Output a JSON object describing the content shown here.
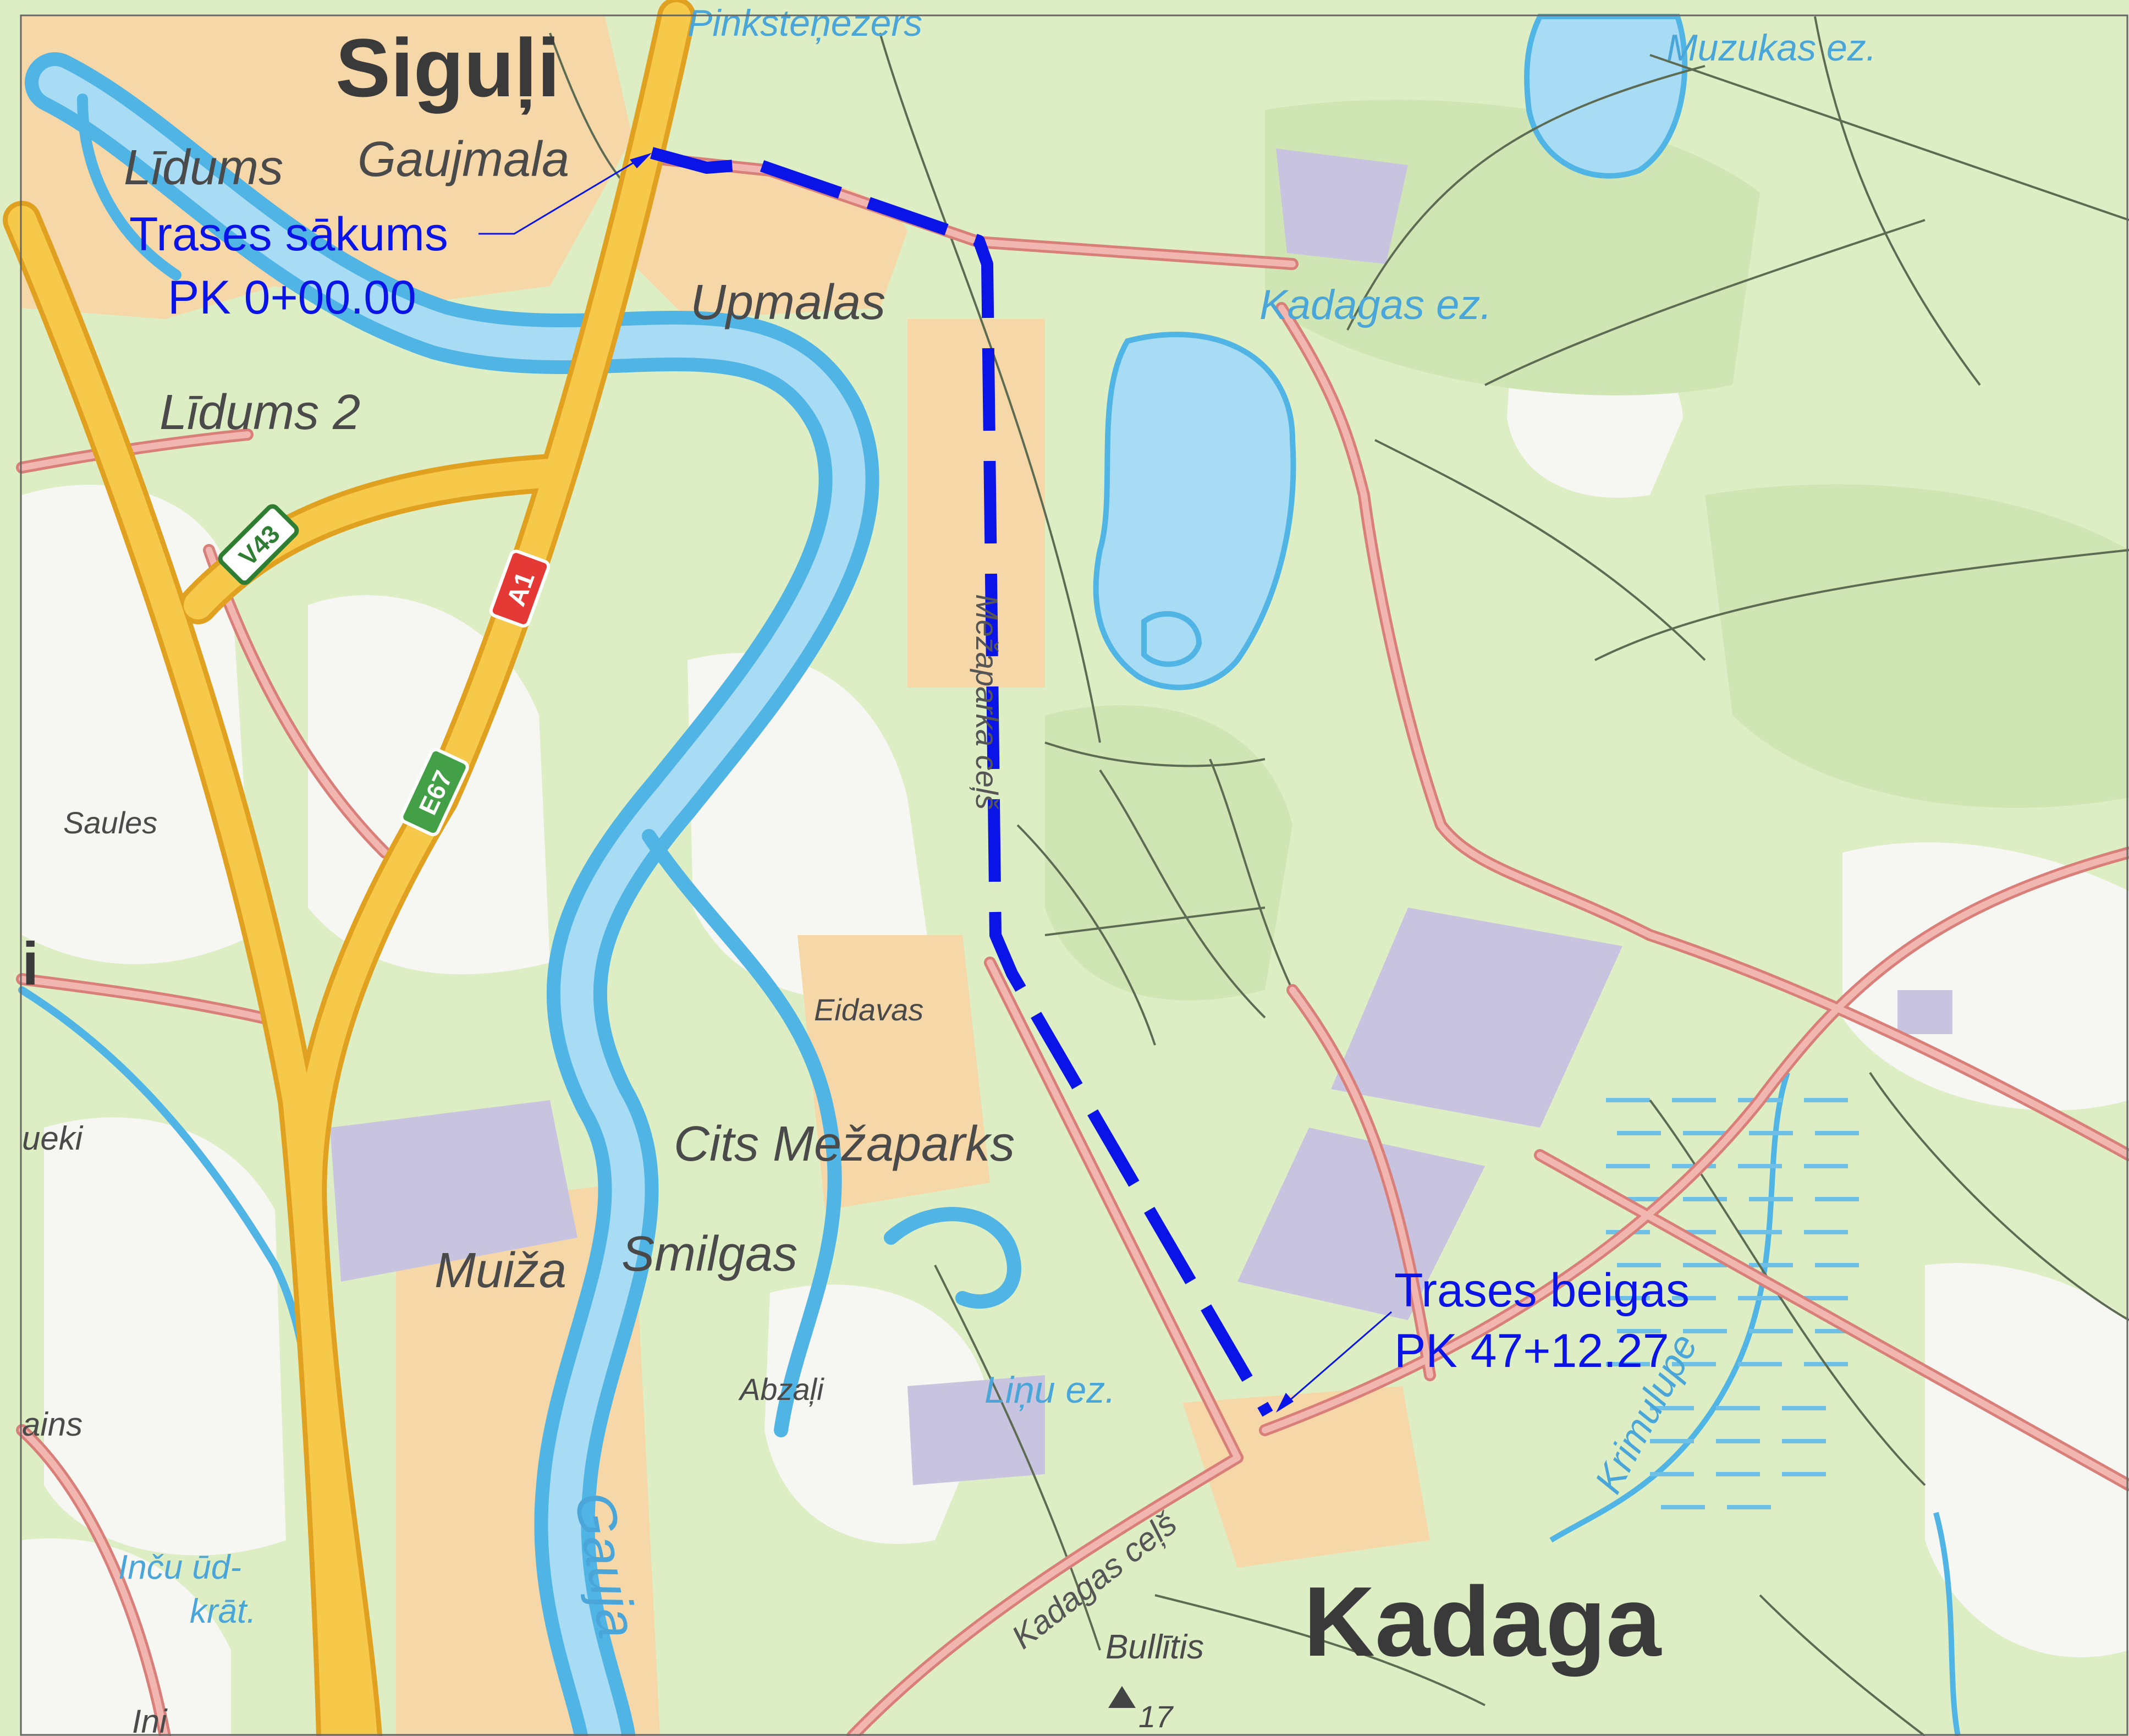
{
  "map": {
    "places_large": [
      {
        "id": "siguli",
        "text": "Siguļi"
      },
      {
        "id": "kadaga",
        "text": "Kadaga"
      }
    ],
    "places_medium": [
      {
        "id": "lidums",
        "text": "Līdums"
      },
      {
        "id": "gaujmala",
        "text": "Gaujmala"
      },
      {
        "id": "upmalas",
        "text": "Upmalas"
      },
      {
        "id": "lidums2",
        "text": "Līdums 2"
      },
      {
        "id": "cits-mezaparks",
        "text": "Cits Mežaparks"
      },
      {
        "id": "muiza",
        "text": "Muiža"
      },
      {
        "id": "smilgas",
        "text": "Smilgas"
      }
    ],
    "places_small": [
      {
        "id": "saules",
        "text": "Saules"
      },
      {
        "id": "eidavas",
        "text": "Eidavas"
      },
      {
        "id": "abzari",
        "text": "Abzaļi"
      },
      {
        "id": "bullitis",
        "text": "Bullītis"
      },
      {
        "id": "left-i",
        "text": "i"
      },
      {
        "id": "left-ueki",
        "text": "ueki"
      },
      {
        "id": "left-ains",
        "text": "ains"
      },
      {
        "id": "bottom-ini",
        "text": "Ini"
      },
      {
        "id": "num-17",
        "text": "17"
      }
    ],
    "water_labels": [
      {
        "id": "pinkstenezers",
        "text": "Pinksteņezers"
      },
      {
        "id": "muzukas",
        "text": "Muzukas ez."
      },
      {
        "id": "kadagas-ez",
        "text": "Kadagas ez."
      },
      {
        "id": "linu-ez",
        "text": "Liņu ez."
      },
      {
        "id": "gauja",
        "text": "Gauja"
      },
      {
        "id": "krimulupe",
        "text": "Krimulupe"
      },
      {
        "id": "incu-1",
        "text": "Inču ūd-"
      },
      {
        "id": "incu-2",
        "text": "krāt."
      }
    ],
    "road_labels": [
      {
        "id": "mezaparka-iela",
        "text": "Mežaparka ceļš"
      },
      {
        "id": "kadagas-cels",
        "text": "Kadagas ceļš"
      }
    ],
    "road_shields": [
      {
        "id": "shield-v43",
        "text": "V43",
        "color": "#2e7d32",
        "fill": "#ffffff"
      },
      {
        "id": "shield-a1",
        "text": "A1",
        "color": "#c62828",
        "fill": "#e53935"
      },
      {
        "id": "shield-e67",
        "text": "E67",
        "color": "#2e7d32",
        "fill": "#43a047"
      }
    ],
    "route": {
      "start_line1": "Trases sākums",
      "start_line2": "PK 0+00.00",
      "end_line1": "Trases beigas",
      "end_line2": "PK 47+12.27",
      "color": "#0a14e6"
    },
    "colors": {
      "background": "#ddeec4",
      "forest": "#cfe6b4",
      "open_land": "#f6f6f2",
      "water": "#50b4e4",
      "water_fill": "#a8dcf4",
      "highway": "#f7c94a",
      "highway_edge": "#e0a020",
      "road": "#f2b6b0",
      "road_edge": "#d87f7a",
      "built": "#c8c4e0",
      "settlement": "#f6d7a8"
    }
  }
}
